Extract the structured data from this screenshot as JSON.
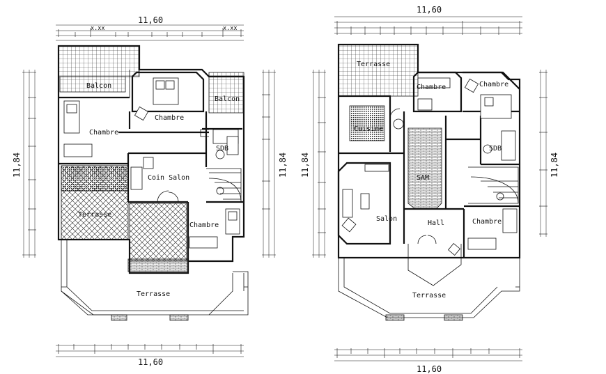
{
  "plans": [
    {
      "dims": {
        "top": "11,60",
        "bottom": "11,60",
        "side": "11,84"
      },
      "rooms": {
        "balcon_left": "Balcon",
        "balcon_right": "Balcon",
        "chambre_top": "Chambre",
        "chambre_left": "Chambre",
        "sdb": "SDB",
        "coin_salon": "Coin Salon",
        "terrasse_mid": "Terrasse",
        "chambre_bottom": "Chambre",
        "terrasse_bottom": "Terrasse"
      }
    },
    {
      "dims": {
        "top": "11,60",
        "bottom": "11,60",
        "side": "11,84"
      },
      "rooms": {
        "terrasse_top": "Terrasse",
        "chambre_top": "Chambre",
        "chambre_right": "Chambre",
        "cuisine": "Cuisine",
        "sdb": "SDB",
        "sam": "SAM",
        "salon": "Salon",
        "hall": "Hall",
        "chambre_bottom": "Chambre",
        "terrasse_bottom": "Terrasse"
      }
    }
  ]
}
